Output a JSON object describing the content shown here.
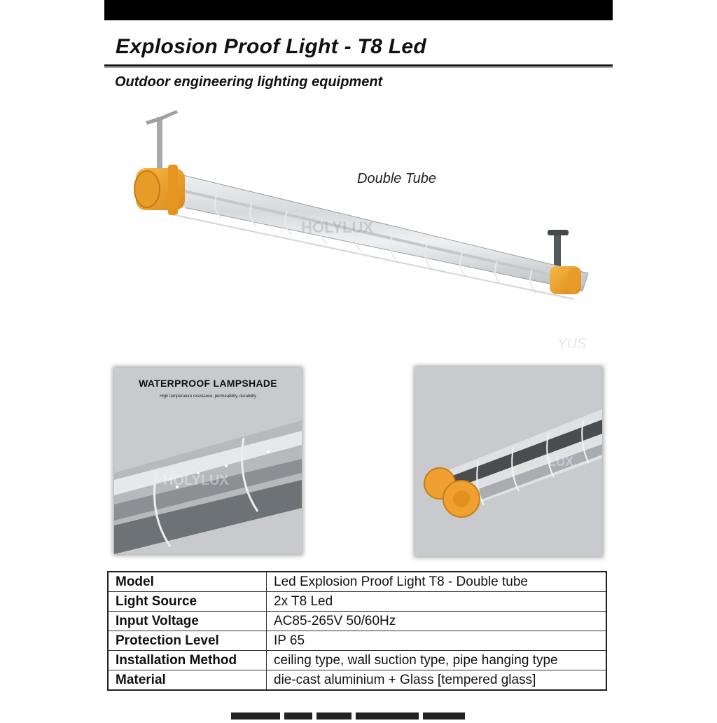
{
  "title": "Explosion Proof Light - T8 Led",
  "subtitle": "Outdoor engineering lighting equipment",
  "hero": {
    "label": "Double Tube",
    "watermark": "HOLYLUX",
    "corner_watermark": "YUS"
  },
  "panel_left": {
    "title": "WATERPROOF LAMPSHADE",
    "caption": "High temperature resistance, permeability, durability",
    "watermark": "HOLYLUX"
  },
  "panel_right": {
    "watermark": "LUX"
  },
  "colors": {
    "end_cap": "#f0a030",
    "panel_bg": "#c9cacd",
    "text": "#111111"
  },
  "specs": [
    {
      "key": "Model",
      "value": "Led Explosion Proof Light T8 - Double tube"
    },
    {
      "key": "Light Source",
      "value": "2x T8 Led"
    },
    {
      "key": "Input Voltage",
      "value": "AC85-265V  50/60Hz"
    },
    {
      "key": "Protection Level",
      "value": "IP 65"
    },
    {
      "key": "Installation Method",
      "value": "ceiling type, wall suction type, pipe hanging type"
    },
    {
      "key": "Material",
      "value": "die-cast aluminium + Glass [tempered glass]"
    }
  ]
}
